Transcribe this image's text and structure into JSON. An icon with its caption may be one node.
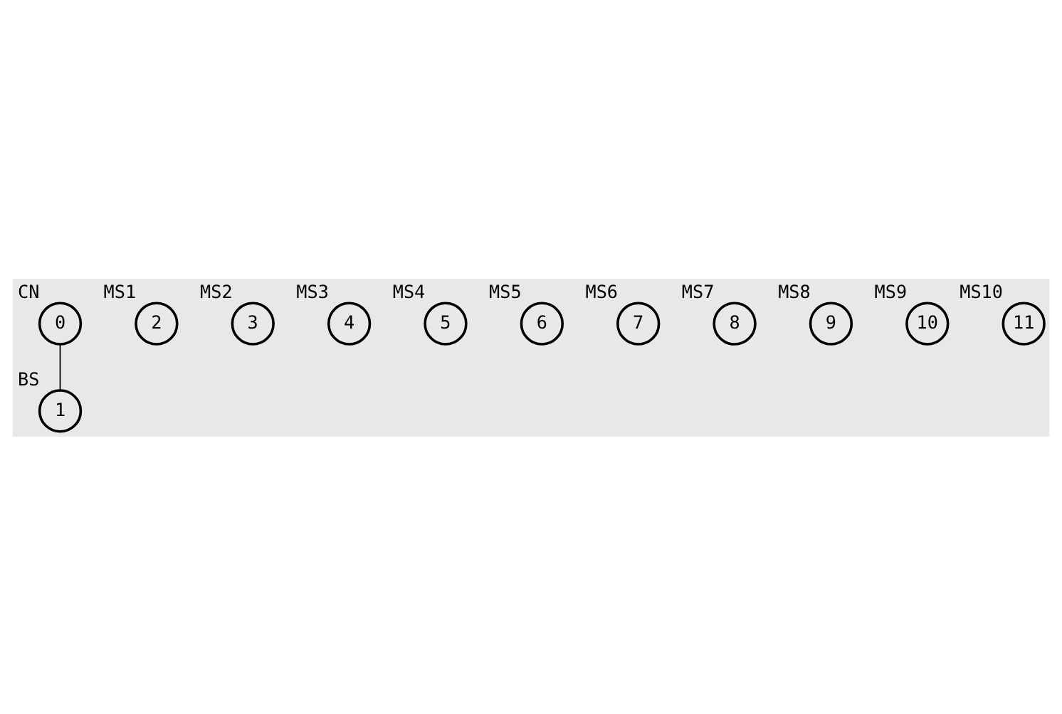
{
  "diagram": {
    "nodes": [
      {
        "text": [
          "0"
        ],
        "beside": [
          "CN"
        ]
      },
      {
        "text": [
          "1"
        ],
        "beside": [
          "BS"
        ]
      },
      {
        "text": [
          "2"
        ],
        "beside": [
          "MS1"
        ]
      },
      {
        "text": [
          "3"
        ],
        "beside": [
          "MS2"
        ]
      },
      {
        "text": [
          "4"
        ],
        "beside": [
          "MS3"
        ]
      },
      {
        "text": [
          "5"
        ],
        "beside": [
          "MS4"
        ]
      },
      {
        "text": [
          "6"
        ],
        "beside": [
          "MS5"
        ]
      },
      {
        "text": [
          "7"
        ],
        "beside": [
          "MS6"
        ]
      },
      {
        "text": [
          "8"
        ],
        "beside": [
          "MS7"
        ]
      },
      {
        "text": [
          "9"
        ],
        "beside": [
          "MS8"
        ]
      },
      {
        "text": [
          "10"
        ],
        "beside": [
          "MS9"
        ]
      },
      {
        "text": [
          "11"
        ],
        "beside": [
          "MS10"
        ]
      }
    ],
    "edges": [
      {
        "from": 0,
        "to": 1,
        "arrow": "none"
      }
    ]
  }
}
